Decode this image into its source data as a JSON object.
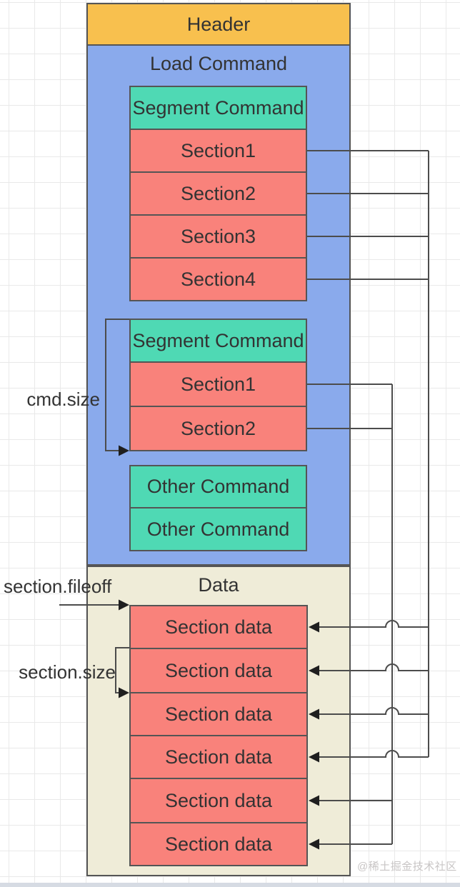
{
  "diagram": {
    "header": {
      "label": "Header"
    },
    "load_command": {
      "label": "Load Command",
      "segment1": {
        "label": "Segment Command",
        "sections": [
          "Section1",
          "Section2",
          "Section3",
          "Section4"
        ]
      },
      "segment2": {
        "label": "Segment Command",
        "sections": [
          "Section1",
          "Section2"
        ]
      },
      "other_commands": [
        "Other Command",
        "Other Command"
      ]
    },
    "data_region": {
      "label": "Data",
      "blocks": [
        "Section data",
        "Section data",
        "Section data",
        "Section data",
        "Section data",
        "Section data"
      ]
    },
    "annotations": {
      "cmd_size": "cmd.size",
      "section_fileoff": "section.fileoff",
      "section_size": "section.size"
    },
    "watermark": "@稀土掘金技术社区",
    "colors": {
      "header_fill": "#F8C04E",
      "load_fill": "#8AAAEC",
      "segment_fill": "#4FD9B4",
      "section_fill": "#F9827B",
      "data_fill": "#EFECD8",
      "box_border": "#555555",
      "connector": "#4C4C4C",
      "arrow": "#1F1F1F",
      "text": "#333333",
      "watermark_text": "#C8C5C5",
      "grid_line": "#E9E9E9",
      "footer_strip": "#D6DBE3"
    }
  }
}
